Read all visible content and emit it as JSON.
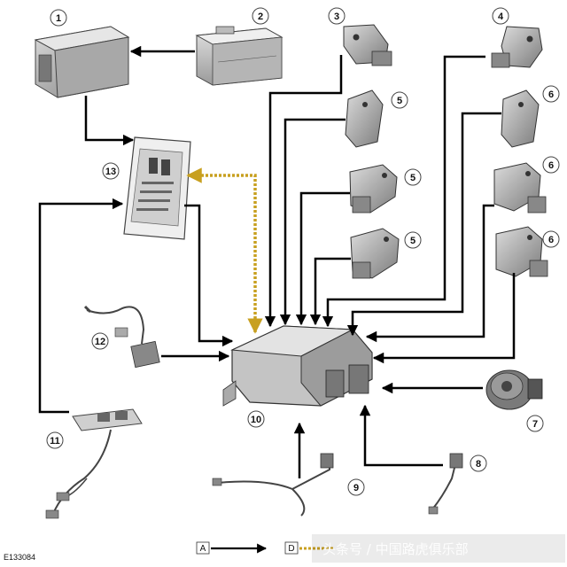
{
  "diagram": {
    "figure_code": "E133084",
    "callouts": [
      "1",
      "2",
      "3",
      "4",
      "5",
      "5",
      "5",
      "6",
      "6",
      "6",
      "7",
      "8",
      "9",
      "10",
      "11",
      "12",
      "13"
    ],
    "legend": {
      "a_label": "A",
      "d_label": "D"
    },
    "watermark": "头条号 / 中国路虎俱乐部",
    "colors": {
      "line": "#000000",
      "dashed_link": "#c8a020",
      "component_light": "#d9d9d9",
      "component_dark": "#8c8c8c"
    }
  }
}
